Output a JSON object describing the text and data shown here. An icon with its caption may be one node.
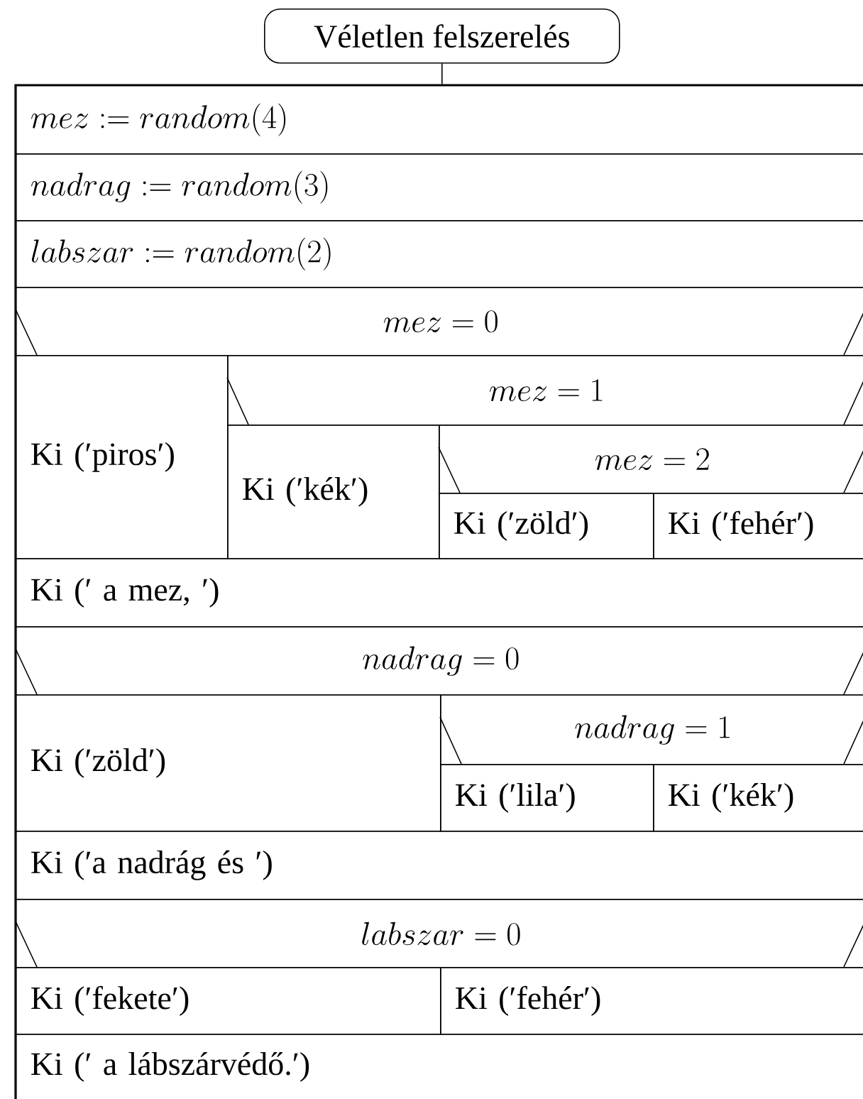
{
  "diagram": {
    "nodes": [
      {
        "text": [
          "Véletlen felszerelés"
        ]
      },
      {
        "text": [],
        "shape": "box"
      },
      {
        "text": [
          "mez := random(4)"
        ],
        "in": 1
      },
      {
        "text": [
          "nadrag := random(3)"
        ],
        "in": 1
      },
      {
        "text": [
          "labszar := random(2)"
        ],
        "in": 1
      },
      {
        "text": [
          "mez = 0"
        ],
        "in": 1
      },
      {
        "text": [
          "Ki (′piros′)"
        ],
        "in": 1
      },
      {
        "text": [
          "mez = 1"
        ],
        "in": 1
      },
      {
        "text": [
          "Ki (′kék′)"
        ],
        "in": 1
      },
      {
        "text": [
          "mez = 2"
        ],
        "in": 1
      },
      {
        "text": [
          "Ki (′zöld′)"
        ],
        "in": 1
      },
      {
        "text": [
          "Ki (′fehér′)"
        ],
        "in": 1
      },
      {
        "text": [
          "Ki (′ a mez, ′)"
        ],
        "in": 1
      },
      {
        "text": [
          "nadrag = 0"
        ],
        "in": 1
      },
      {
        "text": [
          "Ki (′zöld′)"
        ],
        "in": 1
      },
      {
        "text": [
          "nadrag = 1"
        ],
        "in": 1
      },
      {
        "text": [
          "Ki (′lila′)"
        ],
        "in": 1
      },
      {
        "text": [
          "Ki (′kék′)"
        ],
        "in": 1
      },
      {
        "text": [
          "Ki (′a nadrág és ′)"
        ],
        "in": 1
      },
      {
        "text": [
          "labszar = 0"
        ],
        "in": 1
      },
      {
        "text": [
          "Ki (′fekete′)"
        ],
        "in": 1
      },
      {
        "text": [
          "Ki (′fehér′)"
        ],
        "in": 1
      },
      {
        "text": [
          "Ki (′ a lábszárvédő.′)"
        ],
        "in": 1
      }
    ],
    "edges": [
      {
        "from": 0,
        "to": 1,
        "arrow": "none"
      }
    ]
  }
}
